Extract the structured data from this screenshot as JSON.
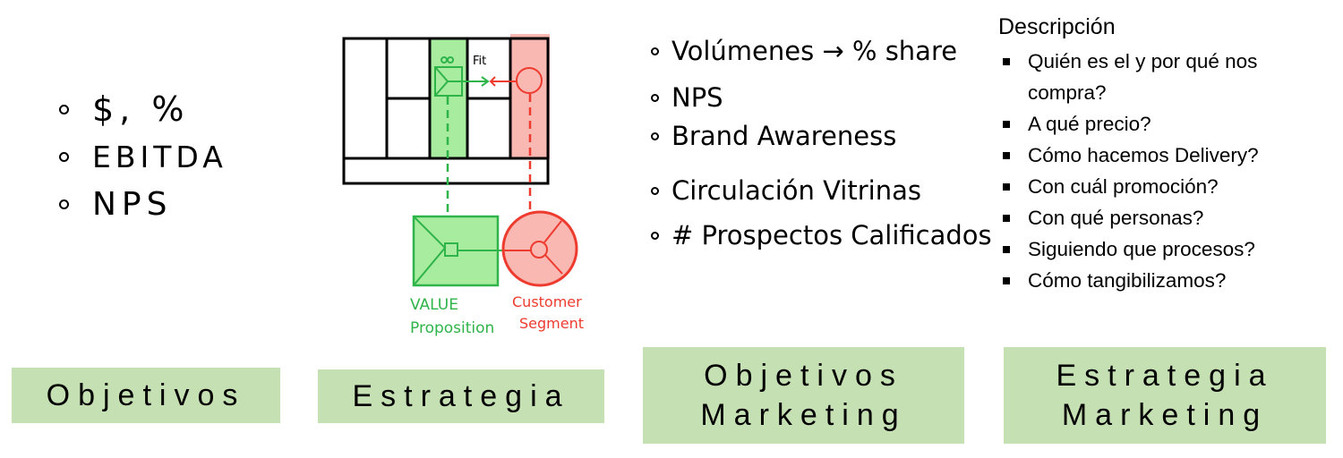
{
  "objetivos": {
    "items": [
      "$, %",
      "EBITDA",
      "NPS"
    ],
    "label": "Objetivos"
  },
  "estrategia": {
    "fit_label": "Fit",
    "value_label_1": "VALUE",
    "value_label_2": "Proposition",
    "customer_label_1": "Customer",
    "customer_label_2": "Segment",
    "label": "Estrategia",
    "colors": {
      "green": "#a8eca0",
      "green_stroke": "#2fb44a",
      "red": "#f9b8b2",
      "red_stroke": "#ee3b2f"
    }
  },
  "objetivos_marketing": {
    "items": [
      "Volúmenes → % share",
      "NPS",
      "Brand Awareness",
      "Circulación Vitrinas",
      "# Prospectos Calificados"
    ],
    "label_line1": "Objetivos",
    "label_line2": "Marketing"
  },
  "estrategia_marketing": {
    "title": "Descripción",
    "items": [
      "Quién es el y por qué nos compra?",
      "A qué precio?",
      "Cómo hacemos Delivery?",
      "Con cuál promoción?",
      "Con qué personas?",
      "Siguiendo que procesos?",
      "Cómo tangibilizamos?"
    ],
    "label_line1": "Estrategia",
    "label_line2": "Marketing"
  },
  "colors": {
    "label_box": "#c5e0b3"
  }
}
